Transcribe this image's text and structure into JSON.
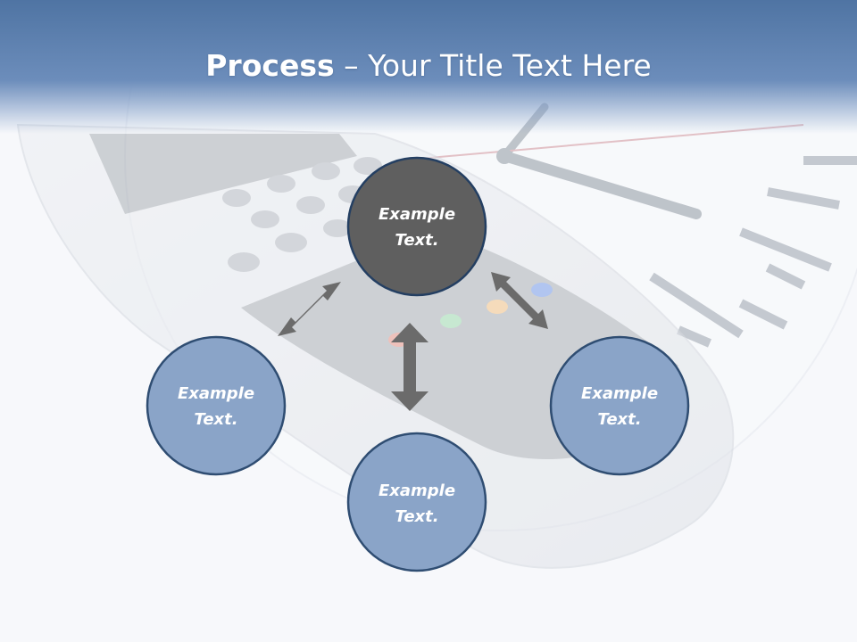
{
  "slide": {
    "title_bold": "Process",
    "title_rest": " – Your Title Text Here"
  },
  "nodes": [
    {
      "line1": "Example",
      "line2": "Text.",
      "color": "#5f5f5f"
    },
    {
      "line1": "Example",
      "line2": "Text.",
      "color": "#8aa4c8"
    },
    {
      "line1": "Example",
      "line2": "Text.",
      "color": "#8aa4c8"
    },
    {
      "line1": "Example",
      "line2": "Text.",
      "color": "#8aa4c8"
    }
  ],
  "colors": {
    "title_bar": "#5a7fb0",
    "node_outline": "#2f4d72",
    "arrow": "#6b6b6b"
  }
}
